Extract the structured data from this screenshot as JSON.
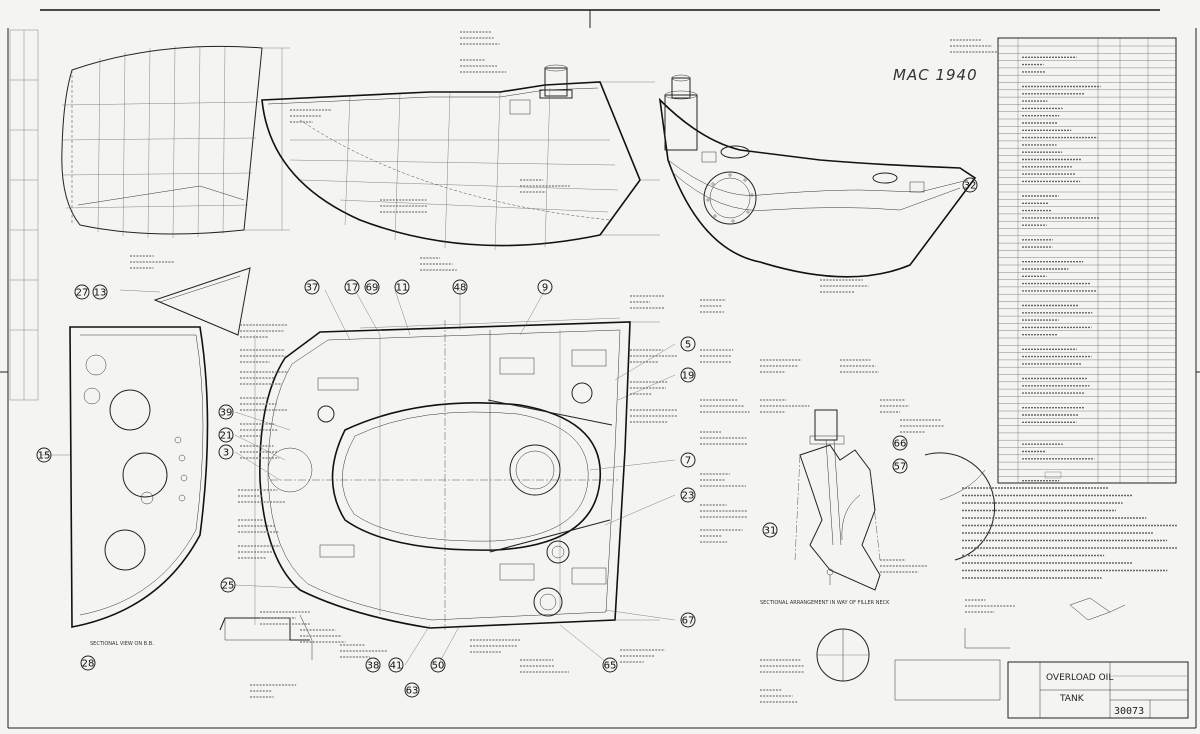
{
  "handwritten_mark": "MAC 1940",
  "title_block": {
    "title_line1": "OVERLOAD OIL",
    "title_line2": "TANK",
    "drawing_number": "30073"
  },
  "views": {
    "sectional_view_bb": "SECTIONAL VIEW ON B.B.",
    "sectional_arrangement": "SECTIONAL ARRANGEMENT IN WAY OF FILLER NECK"
  },
  "item_refs": [
    "27",
    "13",
    "15",
    "28",
    "37",
    "17",
    "69",
    "11",
    "48",
    "9",
    "5",
    "19",
    "39",
    "21",
    "3",
    "7",
    "23",
    "25",
    "67",
    "38",
    "41",
    "50",
    "65",
    "63",
    "66",
    "57",
    "31",
    "32"
  ]
}
